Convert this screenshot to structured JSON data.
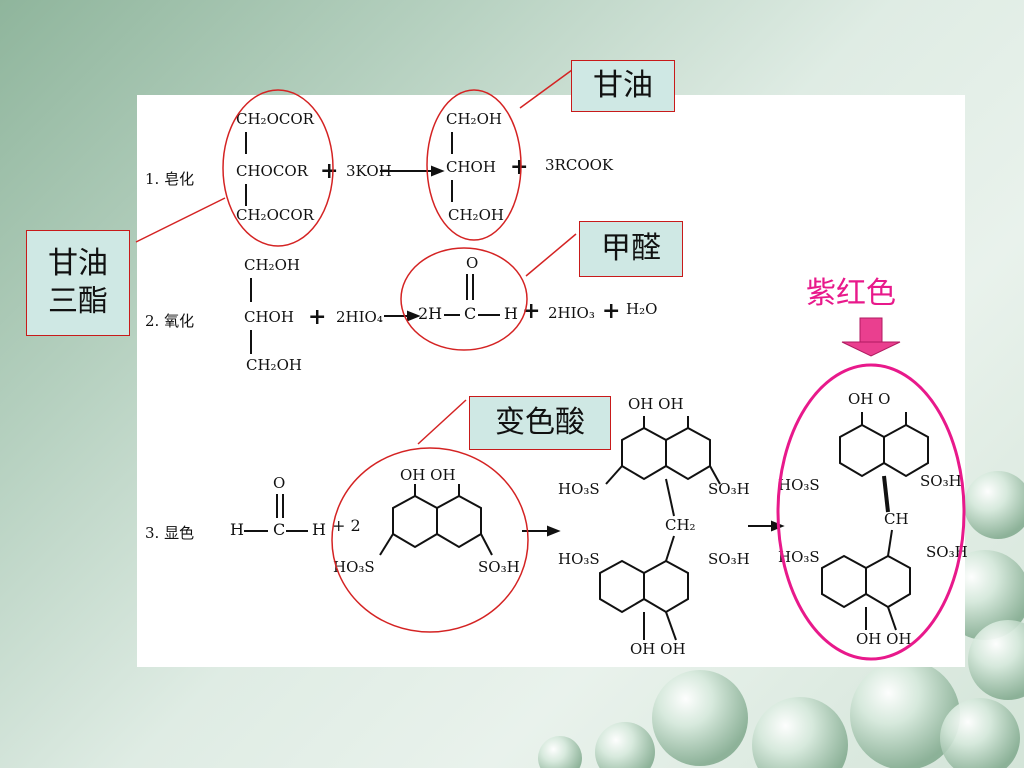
{
  "labels": {
    "glycerol": "甘油",
    "triglyceride_line1": "甘油",
    "triglyceride_line2": "三酯",
    "formaldehyde": "甲醛",
    "chromotropic_acid": "变色酸",
    "purple_red": "紫红色"
  },
  "colors": {
    "circle_red": "#d42323",
    "ellipse_pink": "#e8198b",
    "label_bg": "#cfe8e4",
    "arrow_pink": "#ea3f8f"
  },
  "reaction1": {
    "step": "1. 皂化",
    "reactant": {
      "top": "CH₂OCOR",
      "mid": "CHOCOR",
      "bottom": "CH₂OCOR"
    },
    "plus1": "+",
    "reagent": "3KOH",
    "product": {
      "top": "CH₂OH",
      "mid": "CHOH",
      "bottom": "CH₂OH"
    },
    "plus2": "+",
    "byproduct": "3RCOOK"
  },
  "reaction2": {
    "step": "2. 氧化",
    "reactant": {
      "top": "CH₂OH",
      "mid": "CHOH",
      "bottom": "CH₂OH"
    },
    "plus1": "+",
    "reagent": "2HIO₄",
    "coef": "2H",
    "o": "O",
    "c": "C",
    "h": "H",
    "plus2": "+",
    "byproduct1": "2HIO₃",
    "plus3": "+",
    "byproduct2": "H₂O"
  },
  "reaction3": {
    "step": "3. 显色",
    "formaldehyde": {
      "o": "O",
      "h1": "H",
      "c": "C",
      "h2": "H"
    },
    "plus": "+ 2",
    "acid": {
      "oh": "OH OH",
      "left": "HO₃S",
      "right": "SO₃H"
    },
    "intermediate": {
      "top_oh": "OH OH",
      "left1": "HO₃S",
      "right1": "SO₃H",
      "bridge": "CH₂",
      "left2": "HO₃S",
      "right2": "SO₃H",
      "bottom_oh": "OH OH"
    },
    "product": {
      "top_oh": "OH O",
      "left1": "HO₃S",
      "right1": "SO₃H",
      "bridge": "CH",
      "left2": "HO₃S",
      "right2": "SO₃H",
      "bottom_oh": "OH OH"
    }
  }
}
